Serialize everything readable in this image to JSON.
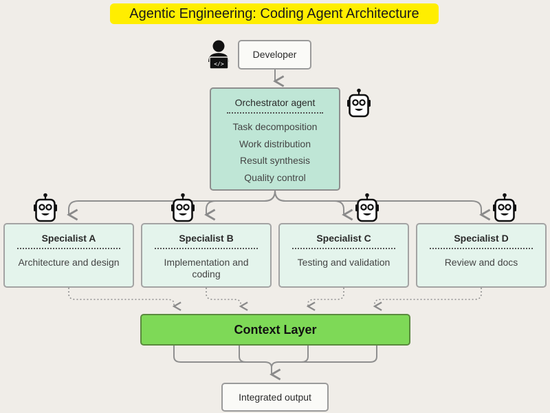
{
  "title": "Agentic Engineering: Coding Agent Architecture",
  "developer": {
    "label": "Developer",
    "icon": "developer-laptop-icon"
  },
  "orchestrator": {
    "title": "Orchestrator agent",
    "icon": "robot-icon",
    "items": [
      "Task decomposition",
      "Work distribution",
      "Result synthesis",
      "Quality control"
    ]
  },
  "specialists": [
    {
      "title": "Specialist A",
      "description": "Architecture and design",
      "icon": "robot-icon"
    },
    {
      "title": "Specialist B",
      "description": "Implementation and coding",
      "icon": "robot-icon"
    },
    {
      "title": "Specialist C",
      "description": "Testing and validation",
      "icon": "robot-icon"
    },
    {
      "title": "Specialist D",
      "description": "Review and docs",
      "icon": "robot-icon"
    }
  ],
  "context_layer": {
    "label": "Context Layer"
  },
  "output": {
    "label": "Integrated output"
  },
  "colors": {
    "background": "#f0ede8",
    "title_highlight": "#ffee00",
    "orchestrator_fill": "#bfe6d6",
    "specialist_fill": "#e4f4ec",
    "context_fill": "#7ed957"
  }
}
